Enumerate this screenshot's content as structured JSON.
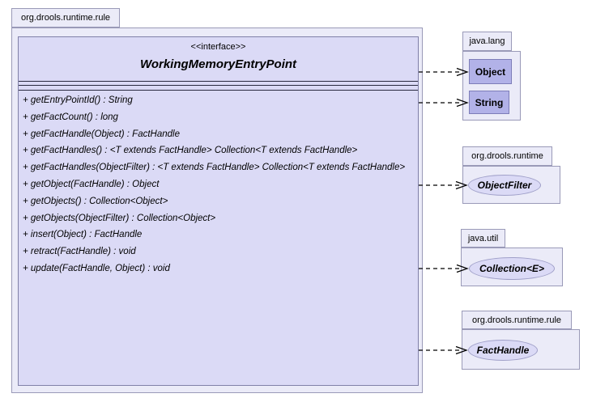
{
  "main_package": {
    "name": "org.drools.runtime.rule",
    "interface": {
      "stereotype": "<<interface>>",
      "name": "WorkingMemoryEntryPoint",
      "methods": [
        "+ getEntryPointId() : String",
        "+ getFactCount() : long",
        "+ getFactHandle(Object) : FactHandle",
        "+ getFactHandles() : <T extends FactHandle> Collection<T extends FactHandle>",
        "+ getFactHandles(ObjectFilter) : <T extends FactHandle> Collection<T extends FactHandle>",
        "+ getObject(FactHandle) : Object",
        "+ getObjects() : Collection<Object>",
        "+ getObjects(ObjectFilter) : Collection<Object>",
        "+ insert(Object) : FactHandle",
        "+ retract(FactHandle) : void",
        "+ update(FactHandle, Object) : void"
      ]
    }
  },
  "packages": [
    {
      "name": "java.lang",
      "shape": "class-rectangle",
      "types": [
        "Object",
        "String"
      ]
    },
    {
      "name": "org.drools.runtime",
      "shape": "interface-ellipse",
      "types": [
        "ObjectFilter"
      ]
    },
    {
      "name": "java.util",
      "shape": "interface-ellipse",
      "types": [
        "Collection<E>"
      ]
    },
    {
      "name": "org.drools.runtime.rule",
      "shape": "interface-ellipse",
      "types": [
        "FactHandle"
      ]
    }
  ],
  "edges": [
    {
      "from": "WorkingMemoryEntryPoint",
      "to": "Object",
      "style": "dashed-dependency"
    },
    {
      "from": "WorkingMemoryEntryPoint",
      "to": "String",
      "style": "dashed-dependency"
    },
    {
      "from": "WorkingMemoryEntryPoint",
      "to": "ObjectFilter",
      "style": "dashed-dependency"
    },
    {
      "from": "WorkingMemoryEntryPoint",
      "to": "Collection<E>",
      "style": "dashed-dependency"
    },
    {
      "from": "WorkingMemoryEntryPoint",
      "to": "FactHandle",
      "style": "dashed-dependency"
    }
  ],
  "colors": {
    "package_fill": "#ebebf8",
    "package_border": "#9a9ab8",
    "class_box_fill": "#dbdaf6",
    "class_box_border": "#8080a8",
    "compartment_line": "#2a2a40",
    "type_rect_fill": "#b2b2e8",
    "type_rect_border": "#7d7db8",
    "ellipse_fill": "#dbdaf6",
    "ellipse_border": "#9f9fc8",
    "arrow_color": "#000000"
  }
}
